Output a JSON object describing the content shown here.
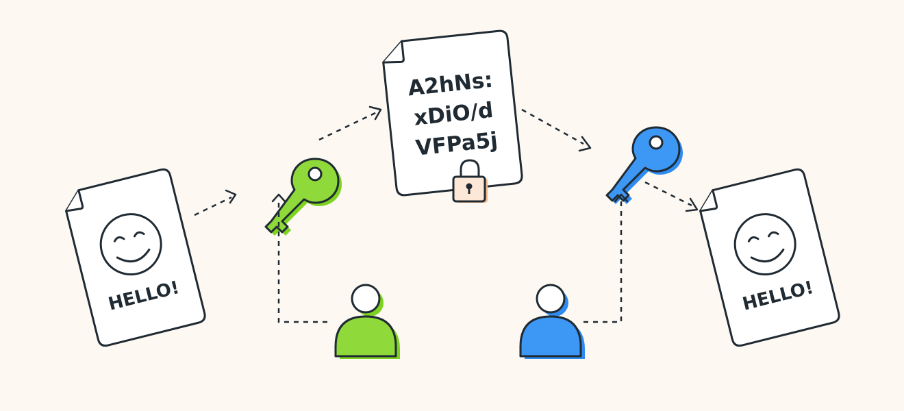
{
  "plain_document_left": {
    "text": "HELLO!",
    "icon": "smiley-face-icon"
  },
  "plain_document_right": {
    "text": "HELLO!",
    "icon": "smiley-face-icon"
  },
  "encrypted_document": {
    "lines": [
      "A2hNs:",
      "xDiO/d",
      "VFPa5j"
    ],
    "icon": "padlock-icon"
  },
  "sender_key": {
    "icon": "key-icon",
    "color": "#7ed321"
  },
  "receiver_key": {
    "icon": "key-icon",
    "color": "#2f8bf0"
  },
  "sender_user": {
    "icon": "user-icon",
    "color": "#7ed321"
  },
  "receiver_user": {
    "icon": "user-icon",
    "color": "#2f8bf0"
  },
  "colors": {
    "background": "#fdf8f2",
    "ink": "#1f2a33",
    "paper": "#ffffff",
    "lock_body": "#fde7d6",
    "lock_accent": "#f4b98a"
  }
}
